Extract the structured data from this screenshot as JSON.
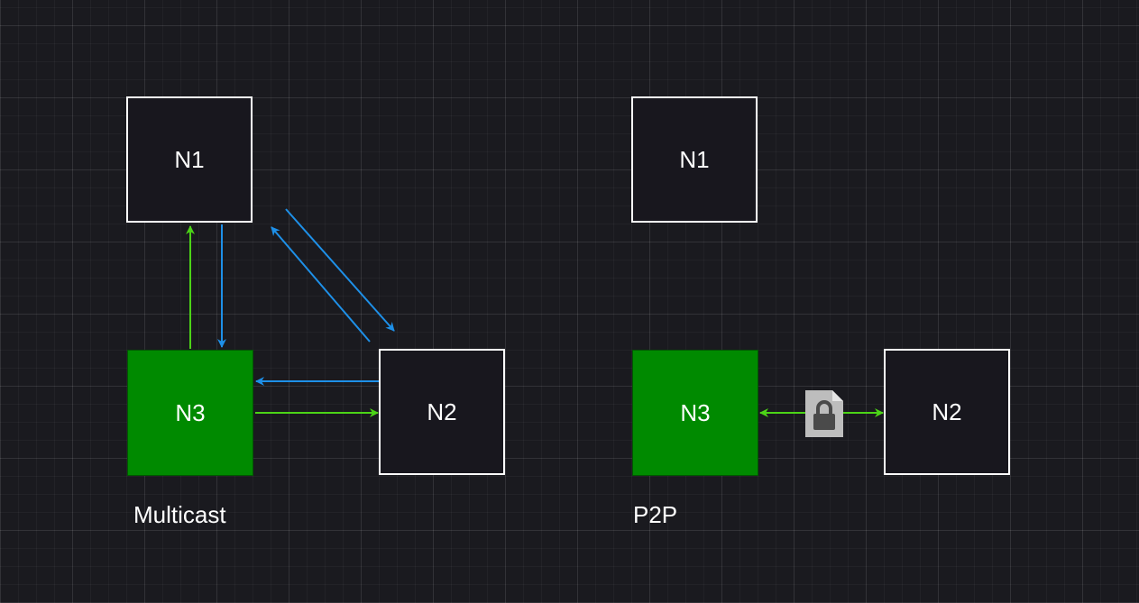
{
  "multicast": {
    "caption": "Multicast",
    "nodes": {
      "n1": "N1",
      "n2": "N2",
      "n3": "N3"
    }
  },
  "p2p": {
    "caption": "P2P",
    "nodes": {
      "n1": "N1",
      "n2": "N2",
      "n3": "N3"
    }
  },
  "colors": {
    "background": "#1a1a1f",
    "node_fill": "#18171e",
    "highlight_node": "#008a00",
    "green_arrow": "#4cd417",
    "blue_arrow": "#1e90e8",
    "lock_icon": "#bdbdbd"
  }
}
